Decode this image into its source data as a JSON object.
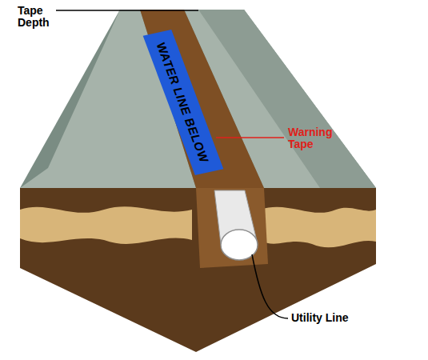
{
  "diagram": {
    "nodes": [
      {
        "text": [
          "WATER LINE BELOW"
        ]
      }
    ],
    "labels": [
      "Tape Depth",
      "Warning Tape",
      "Utility Line"
    ]
  }
}
